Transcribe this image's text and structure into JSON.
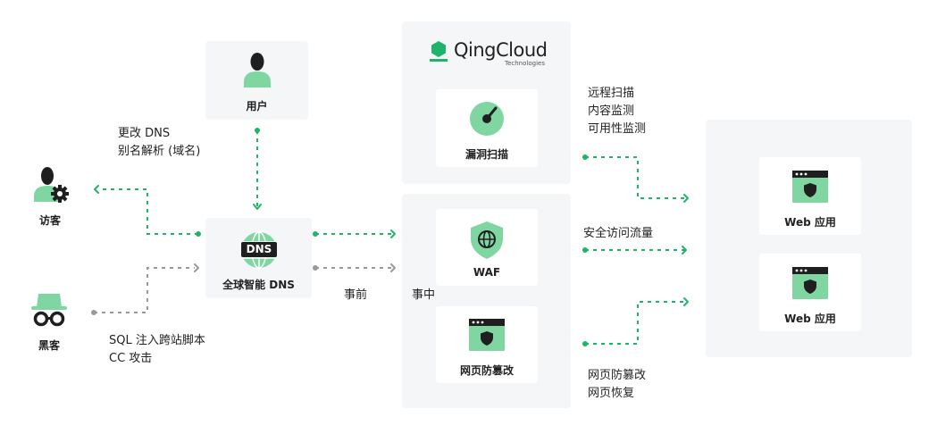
{
  "brand": {
    "name": "QingCloud",
    "tagline": "Technologies"
  },
  "nodes": {
    "user": "用户",
    "visitor": "访客",
    "hacker": "黑客",
    "dns_badge": "DNS",
    "dns": "全球智能 DNS",
    "vuln_scan": "漏洞扫描",
    "waf": "WAF",
    "tamper": "网页防篡改",
    "web_app_1": "Web 应用",
    "web_app_2": "Web 应用"
  },
  "notes": {
    "dns_change": [
      "更改 DNS",
      "别名解析 (域名)"
    ],
    "attack": [
      "SQL 注入跨站脚本",
      "CC 攻击"
    ],
    "before": "事前",
    "during": "事中",
    "scan": [
      "远程扫描",
      "内容监测",
      "可用性监测"
    ],
    "traffic": "安全访问流量",
    "protect": [
      "网页防篡改",
      "网页恢复"
    ]
  },
  "colors": {
    "green": "#1fb46a",
    "icon_green": "#7fd6a0",
    "gray": "#999999",
    "panel": "#f5f6f7",
    "dark": "#1f1f1f"
  }
}
